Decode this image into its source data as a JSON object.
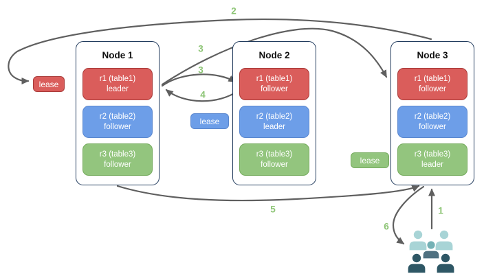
{
  "diagram": {
    "nodes": [
      {
        "title": "Node 1",
        "replicas": [
          {
            "name": "r1 (table1)",
            "role": "leader",
            "color": "red"
          },
          {
            "name": "r2 (table2)",
            "role": "follower",
            "color": "blue"
          },
          {
            "name": "r3 (table3)",
            "role": "follower",
            "color": "green"
          }
        ]
      },
      {
        "title": "Node 2",
        "replicas": [
          {
            "name": "r1 (table1)",
            "role": "follower",
            "color": "red"
          },
          {
            "name": "r2 (table2)",
            "role": "leader",
            "color": "blue"
          },
          {
            "name": "r3 (table3)",
            "role": "follower",
            "color": "green"
          }
        ]
      },
      {
        "title": "Node 3",
        "replicas": [
          {
            "name": "r1 (table1)",
            "role": "follower",
            "color": "red"
          },
          {
            "name": "r2 (table2)",
            "role": "follower",
            "color": "blue"
          },
          {
            "name": "r3 (table3)",
            "role": "leader",
            "color": "green"
          }
        ]
      }
    ],
    "leases": [
      {
        "label": "lease",
        "color": "red"
      },
      {
        "label": "lease",
        "color": "blue"
      },
      {
        "label": "lease",
        "color": "green"
      }
    ],
    "steps": {
      "step1": "1",
      "step2": "2",
      "step3_to_node3": "3",
      "step3_to_node2": "3",
      "step4": "4",
      "step5": "5",
      "step6": "6"
    },
    "edges": [
      {
        "step": "1",
        "from": "users",
        "to": "node3-bottom"
      },
      {
        "step": "2",
        "from": "node3-top",
        "to": "lease-red"
      },
      {
        "step": "3",
        "from": "node1-r1-leader",
        "to": "node3-r1-follower"
      },
      {
        "step": "3",
        "from": "node1-r1-leader",
        "to": "node2-r1-follower"
      },
      {
        "step": "4",
        "from": "node2-r1-follower",
        "to": "node1-r1-leader"
      },
      {
        "step": "5",
        "from": "node1-bottom",
        "to": "node3-bottom"
      },
      {
        "step": "6",
        "from": "node3-bottom",
        "to": "users"
      }
    ],
    "icons": {
      "users": "users-group-icon"
    },
    "colors": {
      "red_fill": "#da5d5b",
      "red_border": "#a93a38",
      "blue_fill": "#6d9ee8",
      "blue_border": "#5a87ce",
      "green_fill": "#93c57e",
      "green_border": "#74aa5c",
      "node_border": "#203a5c",
      "arrow": "#5f5f5f",
      "step_label": "#8cc474",
      "people_light": "#a8d4d6",
      "people_mid": "#74b1b5",
      "people_mid_body": "#4e7080",
      "people_dark": "#2e5765"
    }
  }
}
